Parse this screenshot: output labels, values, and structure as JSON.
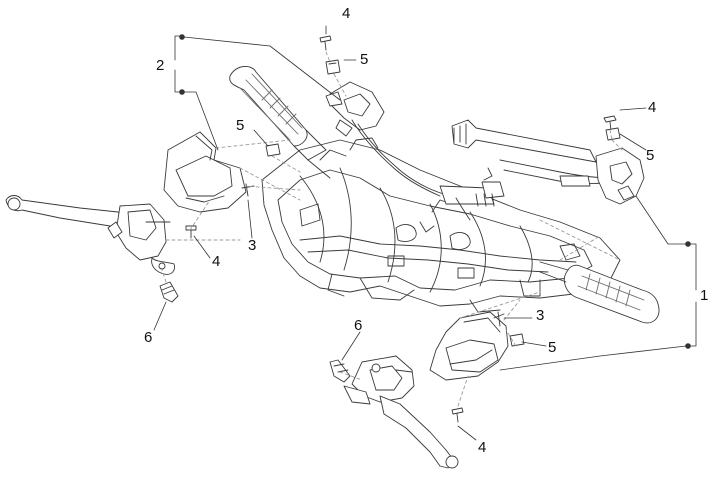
{
  "callouts": {
    "l_2": "2",
    "l_1": "1",
    "l_4_top": "4",
    "l_5_top": "5",
    "l_5_left": "5",
    "l_3_left": "3",
    "l_4_left": "4",
    "l_6_left": "6",
    "l_4_right": "4",
    "l_5_right": "5",
    "l_3_right": "3",
    "l_5_lower": "5",
    "l_6_bottom": "6",
    "l_4_bottom": "4"
  },
  "colors": {
    "line": "#3a3a3a",
    "dash": "#9a9a9a",
    "fill": "#ffffff",
    "grip": "#707070"
  }
}
